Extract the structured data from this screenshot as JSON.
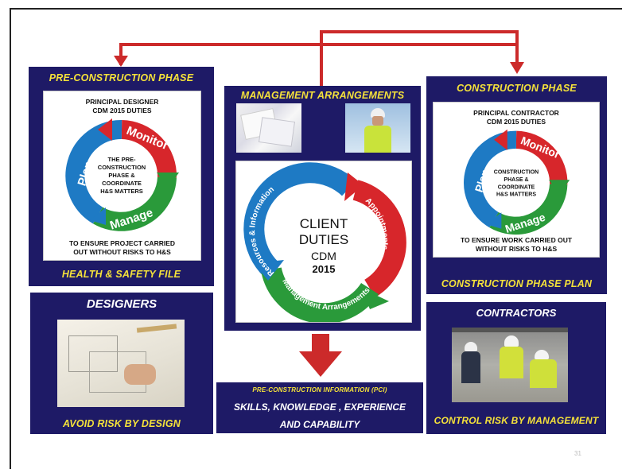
{
  "pre_construction": {
    "title": "PRE-CONSTRUCTION PHASE",
    "duty_heading_1": "PRINCIPAL DESIGNER",
    "duty_heading_2": "CDM 2015 DUTIES",
    "center_text": [
      "THE PRE-",
      "CONSTRUCTION",
      "PHASE &",
      "COORDINATE",
      "H&S MATTERS"
    ],
    "cycle_labels": {
      "plan": "Plan",
      "monitor": "Monitor",
      "manage": "Manage"
    },
    "footer_1": "TO ENSURE PROJECT CARRIED",
    "footer_2": "OUT WITHOUT RISKS TO H&S",
    "bottom_label": "HEALTH & SAFETY FILE"
  },
  "management": {
    "title": "MANAGEMENT ARRANGEMENTS",
    "cycle_center": [
      "CLIENT",
      "DUTIES",
      "CDM",
      "2015"
    ],
    "arc_labels": {
      "blue": "Resources & Information",
      "red": "Appointments",
      "green": "Management Arrangements"
    }
  },
  "construction": {
    "title": "CONSTRUCTION PHASE",
    "duty_heading_1": "PRINCIPAL CONTRACTOR",
    "duty_heading_2": "CDM 2015 DUTIES",
    "center_text": [
      "CONSTRUCTION",
      "PHASE &",
      "COORDINATE",
      "H&S MATTERS"
    ],
    "cycle_labels": {
      "plan": "Plan",
      "monitor": "Monitor",
      "manage": "Manage"
    },
    "footer_1": "TO ENSURE WORK CARRIED OUT",
    "footer_2": "WITHOUT RISKS TO H&S",
    "bottom_label": "CONSTRUCTION PHASE PLAN"
  },
  "designers": {
    "title": "DESIGNERS",
    "footer": "AVOID RISK BY DESIGN"
  },
  "pci": {
    "title": "PRE-CONSTRUCTION INFORMATION (PCI)",
    "line_1": "SKILLS, KNOWLEDGE , EXPERIENCE",
    "line_2": "AND CAPABILITY"
  },
  "contractors": {
    "title": "CONTRACTORS",
    "footer": "CONTROL RISK BY MANAGEMENT"
  },
  "slide_number": "31",
  "colors": {
    "panel": "#1e1a66",
    "yellow": "#f5e23a",
    "red": "#d7262b",
    "blue": "#1e7ac4",
    "green": "#2a9a3a",
    "arrow": "#cc2a2a"
  }
}
